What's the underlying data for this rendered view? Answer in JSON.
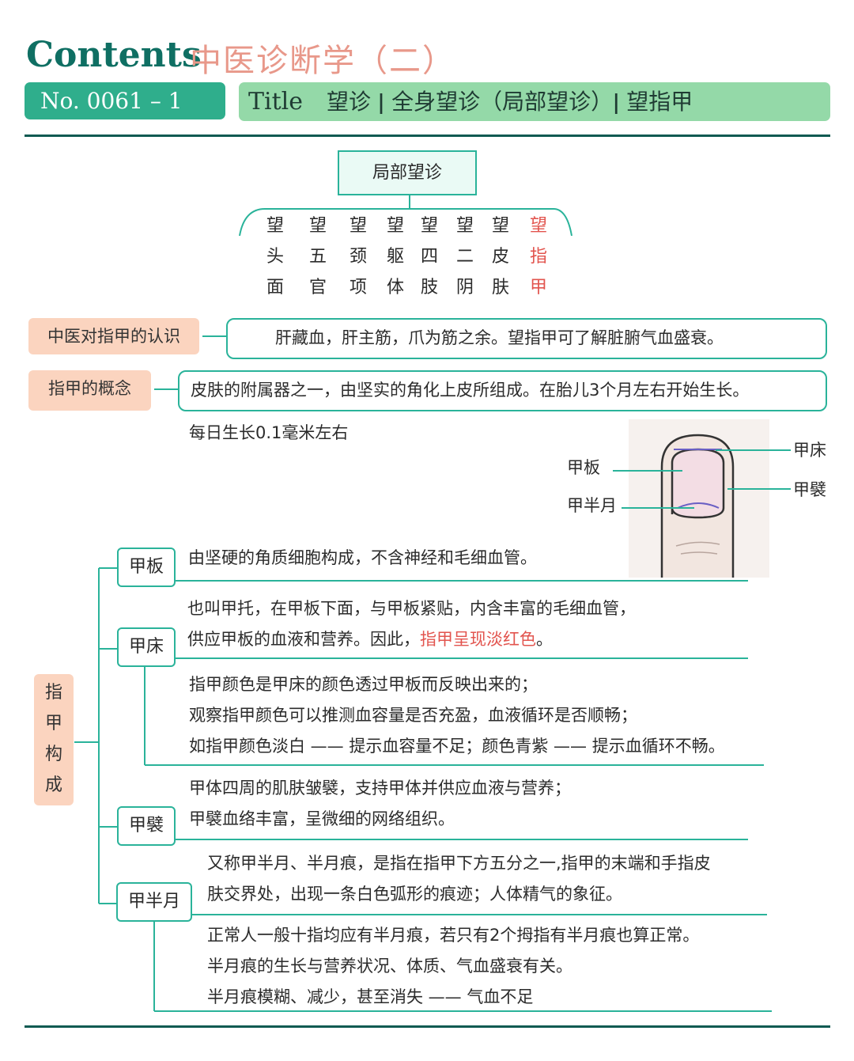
{
  "header": {
    "contents": "Contents",
    "subject": "中医诊断学（二）",
    "number": "No. 0061 – 1",
    "title_label": "Title",
    "title": "望诊 ǀ 全身望诊（局部望诊）ǀ 望指甲"
  },
  "tree": {
    "root": "局部望诊",
    "branches": [
      {
        "chars": [
          "望",
          "头",
          "面"
        ]
      },
      {
        "chars": [
          "望",
          "五",
          "官"
        ]
      },
      {
        "chars": [
          "望",
          "颈",
          "项"
        ]
      },
      {
        "chars": [
          "望",
          "躯",
          "体"
        ]
      },
      {
        "chars": [
          "望",
          "四",
          "肢"
        ]
      },
      {
        "chars": [
          "望",
          "二",
          "阴"
        ]
      },
      {
        "chars": [
          "望",
          "皮",
          "肤"
        ]
      },
      {
        "chars": [
          "望",
          "指",
          "甲"
        ],
        "highlight": true
      }
    ]
  },
  "recognition": {
    "label": "中医对指甲的认识",
    "text": "肝藏血，肝主筋，爪为筋之余。望指甲可了解脏腑气血盛衰。"
  },
  "concept": {
    "label": "指甲的概念",
    "text": "皮肤的附属器之一，由坚实的角化上皮所组成。在胎儿3个月左右开始生长。",
    "growth": "每日生长0.1毫米左右"
  },
  "illustration": {
    "labels": {
      "plate": "甲板",
      "lunula": "甲半月",
      "bed": "甲床",
      "fold": "甲襞"
    }
  },
  "structure": {
    "title_chars": [
      "指",
      "甲",
      "构",
      "成"
    ],
    "nodes": {
      "plate": {
        "label": "甲板",
        "lines": [
          "由坚硬的角质细胞构成，不含神经和毛细血管。"
        ]
      },
      "bed": {
        "label": "甲床",
        "line1": "也叫甲托，在甲板下面，与甲板紧贴，内含丰富的毛细血管，",
        "line2_pre": "供应甲板的血液和营养。因此，",
        "line2_red": "指甲呈现淡红色",
        "line2_post": "。",
        "sub": [
          "指甲颜色是甲床的颜色透过甲板而反映出来的；",
          "观察指甲颜色可以推测血容量是否充盈，血液循环是否顺畅；",
          "如指甲颜色淡白 —— 提示血容量不足；颜色青紫 —— 提示血循环不畅。"
        ]
      },
      "fold": {
        "label": "甲襞",
        "lines": [
          "甲体四周的肌肤皱襞，支持甲体并供应血液与营养；",
          "甲襞血络丰富，呈微细的网络组织。"
        ]
      },
      "lunula": {
        "label": "甲半月",
        "lines": [
          "又称甲半月、半月痕，是指在指甲下方五分之一,指甲的末端和手指皮",
          "肤交界处，出现一条白色弧形的痕迹；人体精气的象征。"
        ],
        "sub": [
          "正常人一般十指均应有半月痕，若只有2个拇指有半月痕也算正常。",
          "半月痕的生长与营养状况、体质、气血盛衰有关。",
          "半月痕模糊、减少，甚至消失 —— 气血不足"
        ]
      }
    }
  },
  "colors": {
    "dark_teal": "#0f6f63",
    "teal": "#2ab39a",
    "peach": "#fbd4bf",
    "salmon_title": "#e8988a",
    "highlight_red": "#e2544e"
  }
}
